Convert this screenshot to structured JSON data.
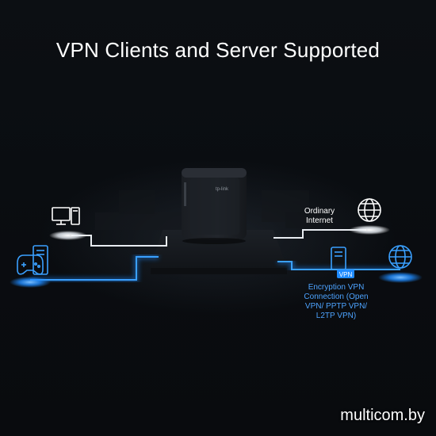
{
  "headline": "VPN Clients and Server Supported",
  "labels": {
    "ordinary_internet_line1": "Ordinary",
    "ordinary_internet_line2": "Internet",
    "vpn_badge": "VPN",
    "encryption_lines": [
      "Encryption VPN",
      "Connection (Open",
      "VPN/ PPTP VPN/",
      "L2TP VPN)"
    ],
    "router_brand": "tp-link"
  },
  "watermark": "multicom.by",
  "icons": [
    "desktop-computer-icon",
    "game-console-icon",
    "globe-icon",
    "vpn-server-icon",
    "router-device"
  ],
  "colors": {
    "accent_blue": "#1f8bff",
    "glow_white": "#ffffff",
    "background": "#07090c"
  }
}
